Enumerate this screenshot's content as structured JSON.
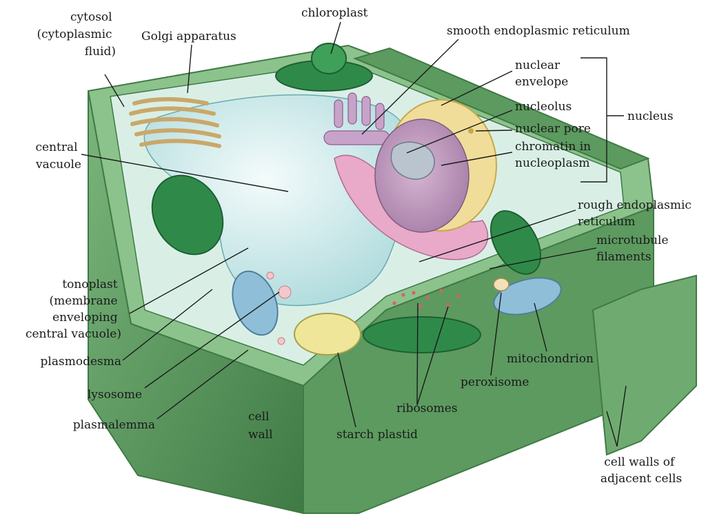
{
  "diagram": {
    "labels": {
      "cytosol": [
        "cytosol",
        "(cytoplasmic",
        "fluid)"
      ],
      "golgi": [
        "Golgi apparatus"
      ],
      "chloroplast": [
        "chloroplast"
      ],
      "smooth_er": [
        "smooth endoplasmic reticulum"
      ],
      "nuclear_envelope": [
        "nuclear",
        "envelope"
      ],
      "nucleolus": [
        "nucleolus"
      ],
      "nuclear_pore": [
        "nuclear pore"
      ],
      "chromatin": [
        "chromatin in",
        "nucleoplasm"
      ],
      "nucleus": [
        "nucleus"
      ],
      "central_vacuole": [
        "central",
        "vacuole"
      ],
      "rough_er": [
        "rough endoplasmic",
        "reticulum"
      ],
      "microtubule": [
        "microtubule",
        "filaments"
      ],
      "tonoplast": [
        "tonoplast",
        "(membrane",
        "enveloping",
        "central vacuole)"
      ],
      "plasmodesma": [
        "plasmodesma"
      ],
      "lysosome": [
        "lysosome"
      ],
      "plasmalemma": [
        "plasmalemma"
      ],
      "cell_wall": [
        "cell",
        "wall"
      ],
      "starch_plastid": [
        "starch plastid"
      ],
      "ribosomes": [
        "ribosomes"
      ],
      "peroxisome": [
        "peroxisome"
      ],
      "mitochondrion": [
        "mitochondrion"
      ],
      "adjacent_walls": [
        "cell walls of",
        "adjacent cells"
      ]
    },
    "colors": {
      "cell_wall": "#5c9a5f",
      "cell_wall_dark": "#3f7a45",
      "cytoplasm": "#d9efe6",
      "vacuole": "#bfe3e4",
      "chloroplast": "#2f8a4a",
      "nucleus": "#c9a4c8",
      "nucleolus": "#b9c4cf",
      "envelope": "#f1dd9a",
      "rough_er": "#e9a9c9",
      "mitochondrion": "#8fbfd8",
      "starch_plastid": "#efe69a"
    }
  }
}
